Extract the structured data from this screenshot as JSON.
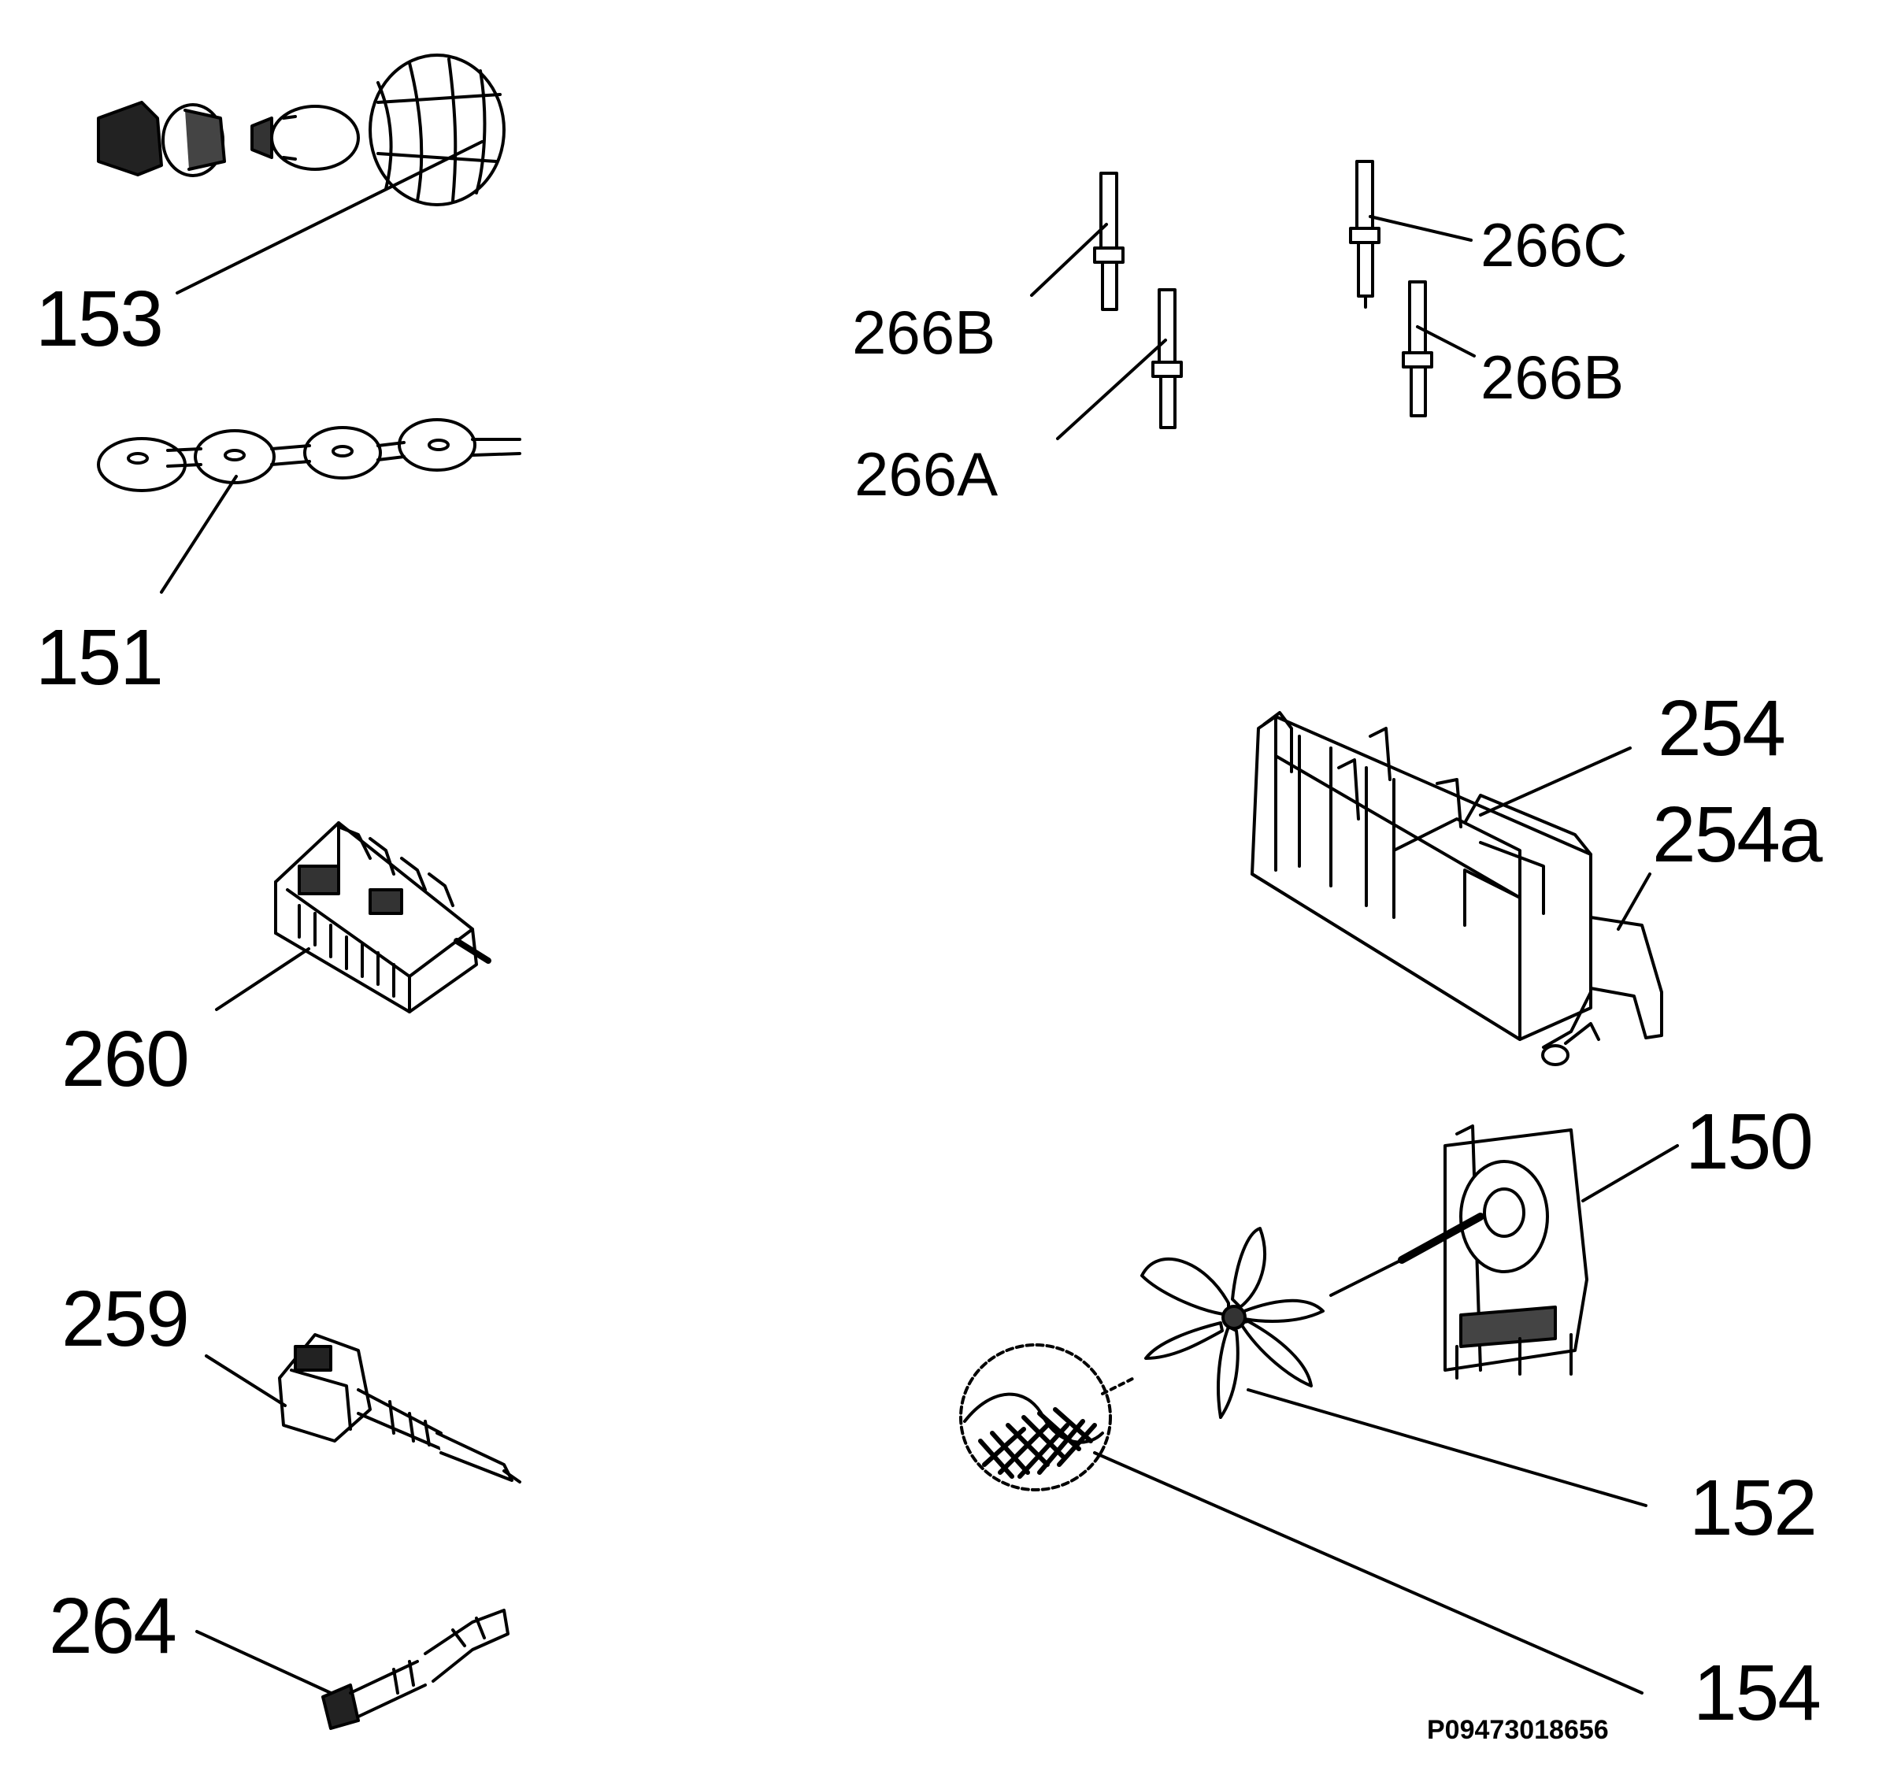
{
  "labels": {
    "p153": "153",
    "p151": "151",
    "p260": "260",
    "p259": "259",
    "p264": "264",
    "p266b_left": "266B",
    "p266a": "266A",
    "p266c": "266C",
    "p266b_right": "266B",
    "p254": "254",
    "p254a": "254a",
    "p150": "150",
    "p152": "152",
    "p154": "154"
  },
  "reference_code": "P09473018656"
}
